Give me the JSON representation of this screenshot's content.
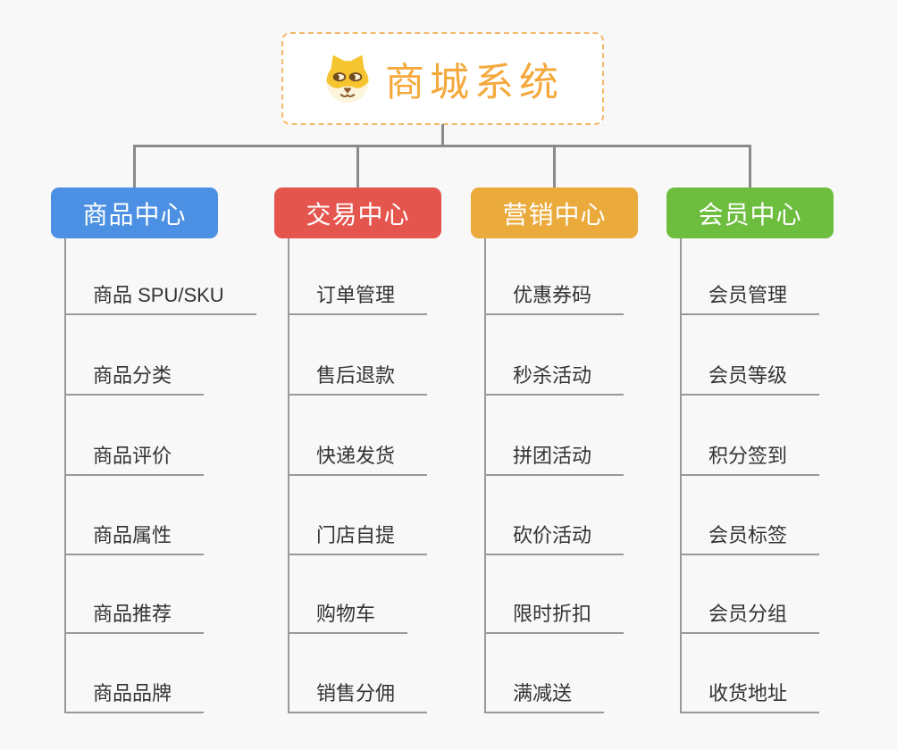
{
  "canvas": {
    "background": "#f8f8f8"
  },
  "root": {
    "title": "商城系统",
    "icon": "dog-face-icon",
    "text_color": "#f5a93c",
    "border_color": "#f3b96b"
  },
  "connectors": {
    "tree_line_color": "#8a8a8a",
    "leaf_line_color": "#98999b"
  },
  "branches": [
    {
      "label": "商品中心",
      "color": "#4b90e2",
      "children": [
        "商品 SPU/SKU",
        "商品分类",
        "商品评价",
        "商品属性",
        "商品推荐",
        "商品品牌"
      ]
    },
    {
      "label": "交易中心",
      "color": "#e4554e",
      "children": [
        "订单管理",
        "售后退款",
        "快递发货",
        "门店自提",
        "购物车",
        "销售分佣"
      ]
    },
    {
      "label": "营销中心",
      "color": "#ebaa3c",
      "children": [
        "优惠券码",
        "秒杀活动",
        "拼团活动",
        "砍价活动",
        "限时折扣",
        "满减送"
      ]
    },
    {
      "label": "会员中心",
      "color": "#6dbe3f",
      "children": [
        "会员管理",
        "会员等级",
        "积分签到",
        "会员标签",
        "会员分组",
        "收货地址"
      ]
    }
  ]
}
